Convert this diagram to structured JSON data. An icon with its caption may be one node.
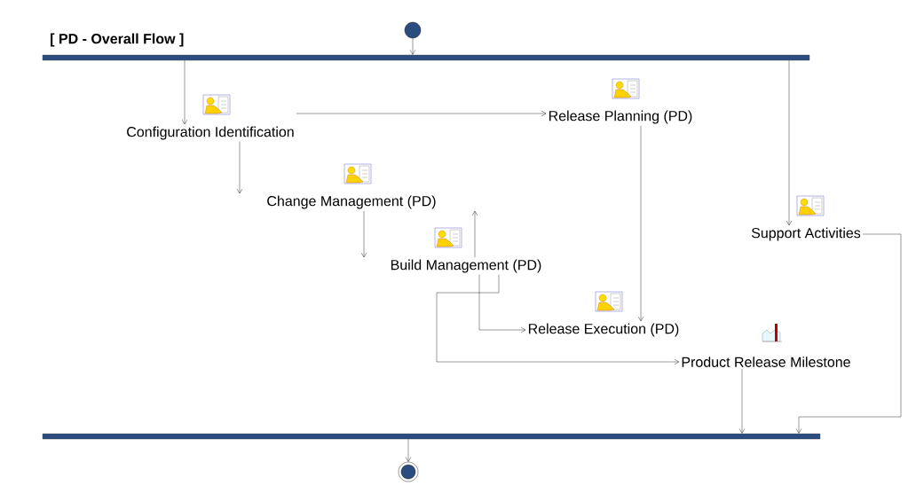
{
  "diagram": {
    "title": "[ PD - Overall Flow ]",
    "nodes": [
      {
        "text": [],
        "shape": "circle"
      },
      {
        "text": [],
        "shape": "bar"
      },
      {
        "text": [
          "Configuration Identification"
        ]
      },
      {
        "text": [
          "Release Planning (PD)"
        ]
      },
      {
        "text": [
          "Change Management (PD)"
        ]
      },
      {
        "text": [
          "Build Management (PD)"
        ]
      },
      {
        "text": [
          "Support Activities"
        ]
      },
      {
        "text": [
          "Release Execution (PD)"
        ]
      },
      {
        "text": [
          "Product Release Milestone"
        ]
      },
      {
        "text": [],
        "shape": "bar"
      },
      {
        "text": [],
        "shape": "circle"
      }
    ],
    "edges": [
      {
        "from": 0,
        "to": 1,
        "arrow": "to"
      },
      {
        "from": 1,
        "to": 2,
        "arrow": "to"
      },
      {
        "from": 1,
        "to": 6,
        "arrow": "to"
      },
      {
        "from": 2,
        "to": 3,
        "arrow": "to"
      },
      {
        "from": 2,
        "to": 4,
        "arrow": "to"
      },
      {
        "from": 4,
        "to": 5,
        "arrow": "to"
      },
      {
        "from": 5,
        "to": 4,
        "arrow": "to"
      },
      {
        "from": 3,
        "to": 7,
        "arrow": "to"
      },
      {
        "from": 5,
        "to": 7,
        "arrow": "to"
      },
      {
        "from": 5,
        "to": 8,
        "arrow": "to"
      },
      {
        "from": 8,
        "to": 9,
        "arrow": "to"
      },
      {
        "from": 6,
        "to": 9,
        "arrow": "to"
      },
      {
        "from": 9,
        "to": 10,
        "arrow": "to"
      }
    ]
  }
}
